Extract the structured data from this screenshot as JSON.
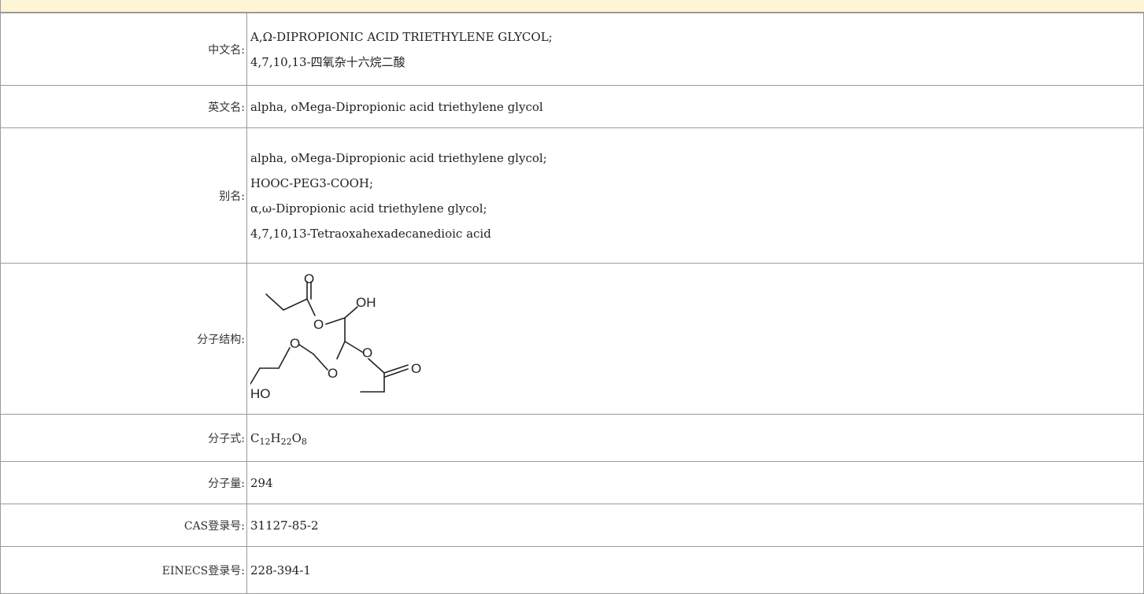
{
  "rows": {
    "chinese_name": {
      "label": "中文名:",
      "lines": [
        "Α,Ω-DIPROPIONIC ACID TRIETHYLENE GLYCOL;",
        "4,7,10,13-四氧杂十六烷二酸"
      ]
    },
    "english_name": {
      "label": "英文名:",
      "value": "alpha, oMega-Dipropionic acid triethylene glycol"
    },
    "aliases": {
      "label": "别名:",
      "lines": [
        "alpha, oMega-Dipropionic acid triethylene glycol;",
        "HOOC-PEG3-COOH;",
        "α,ω-Dipropionic acid triethylene glycol;",
        "4,7,10,13-Tetraoxahexadecanedioic acid"
      ]
    },
    "structure": {
      "label": "分子结构:",
      "atoms": {
        "carbonyl_o_top": "O",
        "hydroxyl_oh": "OH",
        "ester_o_top": "O",
        "ether_o_upper": "O",
        "ester_o_right": "O",
        "ether_o_lower": "O",
        "carbonyl_o_right": "O",
        "hydroxyl_ho": "HO"
      }
    },
    "formula": {
      "label": "分子式:",
      "c": "C",
      "c_n": "12",
      "h": "H",
      "h_n": "22",
      "o": "O",
      "o_n": "8"
    },
    "molecular_weight": {
      "label": "分子量:",
      "value": "294"
    },
    "cas": {
      "label": "CAS登录号:",
      "value": "31127-85-2"
    },
    "einecs": {
      "label": "EINECS登录号:",
      "value": "228-394-1"
    }
  }
}
